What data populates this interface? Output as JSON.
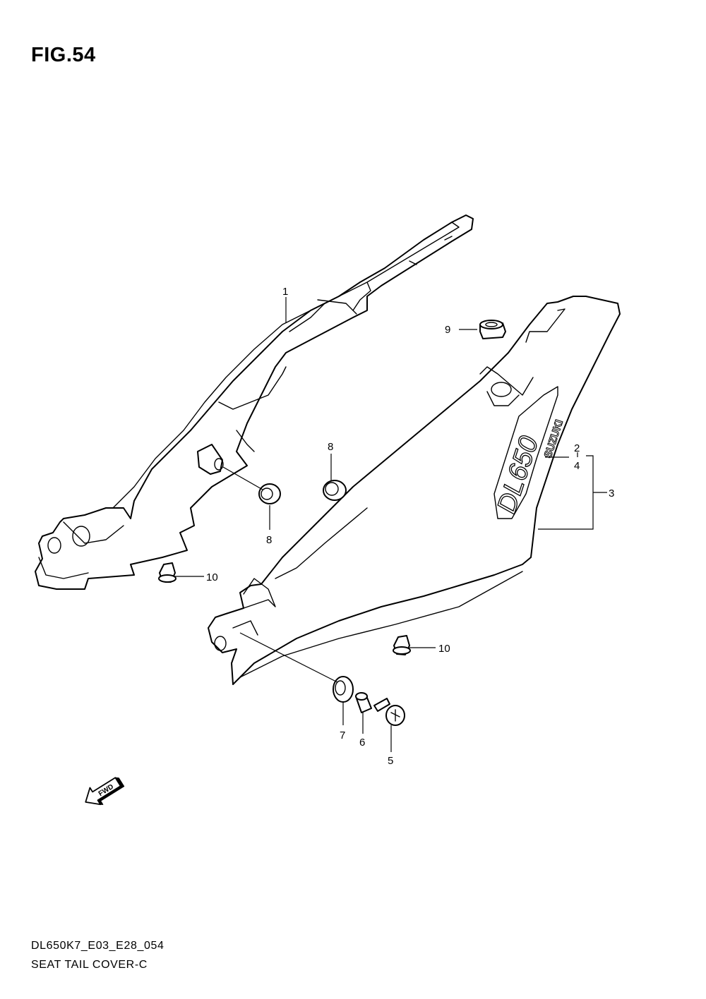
{
  "figure": {
    "title": "FIG.54"
  },
  "footer": {
    "code": "DL650K7_E03_E28_054",
    "name": "SEAT TAIL COVER-C"
  },
  "callouts": {
    "c1": "1",
    "c2": "2",
    "c3": "3",
    "c4": "4",
    "c5": "5",
    "c6": "6",
    "c7": "7",
    "c8a": "8",
    "c8b": "8",
    "c9": "9",
    "c10a": "10",
    "c10b": "10"
  },
  "decal": {
    "model": "DL650",
    "brand": "SUZUKI"
  },
  "fwd_arrow": {
    "label": "FWD",
    "icon": "fwd-arrow-icon"
  }
}
